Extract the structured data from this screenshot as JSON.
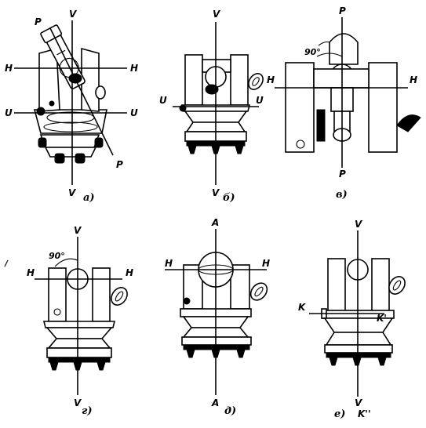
{
  "panels": [
    {
      "caption": "а)",
      "labels": {
        "top_v": "V",
        "bottom_v": "V",
        "h_left": "H",
        "h_right": "H",
        "u_left": "U",
        "u_right": "U",
        "p_top": "P",
        "p_bottom": "P"
      }
    },
    {
      "caption": "б)",
      "labels": {
        "top_v": "V",
        "bottom_v": "V",
        "u_left": "U",
        "u_right": "U"
      }
    },
    {
      "caption": "в)",
      "labels": {
        "top_p": "P",
        "bottom_p": "P",
        "h_left": "H",
        "h_right": "H",
        "angle": "90°"
      }
    },
    {
      "caption": "г)",
      "labels": {
        "top_v": "V",
        "bottom_v": "V",
        "h_left": "H",
        "h_right": "H",
        "angle": "90°"
      }
    },
    {
      "caption": "д)",
      "labels": {
        "top_a": "A",
        "bottom_a": "A",
        "h_left": "H",
        "h_right": "H"
      }
    },
    {
      "caption": "е)",
      "labels": {
        "top_v": "V",
        "bottom_v": "V",
        "k_left": "K",
        "k_right": "K'",
        "k_bottom": "K''"
      }
    }
  ]
}
